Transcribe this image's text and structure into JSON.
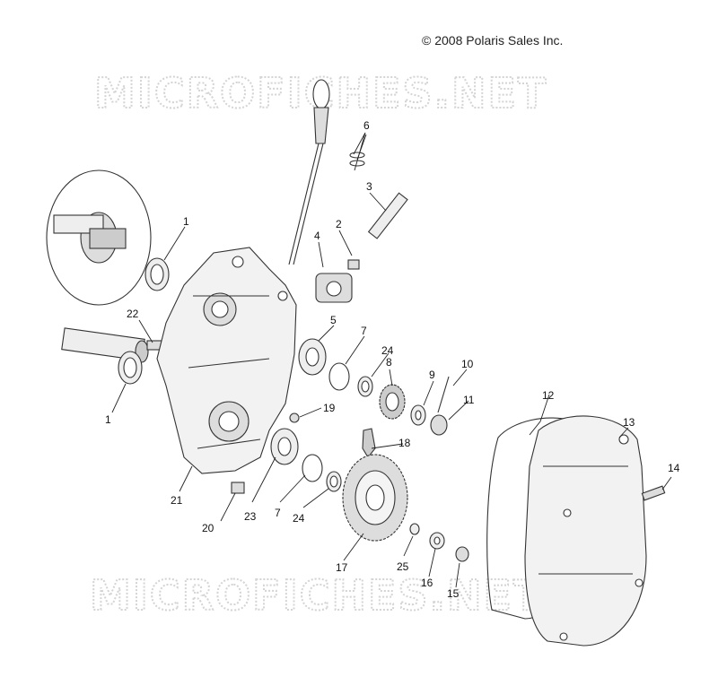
{
  "copyright": "© 2008 Polaris Sales Inc.",
  "watermark": "MICROFICHES.NET",
  "colors": {
    "line": "#333333",
    "fill": "#ffffff",
    "shade": "#cfcfcf",
    "watermark": "#d4d4d4"
  },
  "callouts": {
    "c1a": "1",
    "c1b": "1",
    "c2": "2",
    "c3": "3",
    "c4": "4",
    "c5": "5",
    "c6": "6",
    "c7a": "7",
    "c7b": "7",
    "c8": "8",
    "c9": "9",
    "c10": "10",
    "c11": "11",
    "c12": "12",
    "c13": "13",
    "c14": "14",
    "c15": "15",
    "c16": "16",
    "c17": "17",
    "c18": "18",
    "c19": "19",
    "c20": "20",
    "c21": "21",
    "c22": "22",
    "c23": "23",
    "c24a": "24",
    "c24b": "24",
    "c25": "25"
  }
}
